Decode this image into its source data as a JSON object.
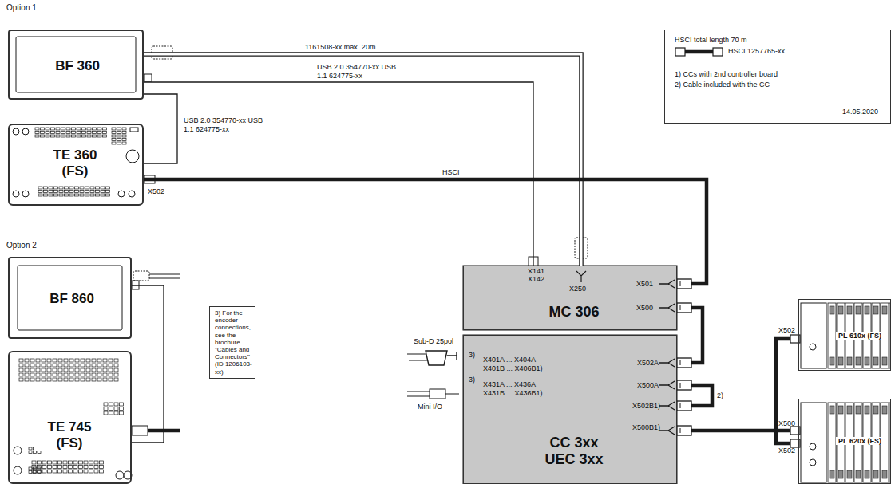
{
  "diagram": {
    "nodes": [
      {
        "text": [
          "BF 360"
        ]
      },
      {
        "text": [
          "TE 360 (FS)"
        ]
      },
      {
        "text": [
          "BF 860"
        ]
      },
      {
        "text": [
          "TE 745 (FS)"
        ]
      },
      {
        "text": [
          "3) For the encoder connections, see the brochure \"Cables and Connectors\" (ID 1206103-xx)"
        ]
      },
      {
        "text": [
          "HSCI total length 70 m",
          "1) CCs with 2nd controller board",
          "2) Cable included with the CC",
          "14.05.2020"
        ]
      },
      {
        "text": [
          "MC 306"
        ]
      },
      {
        "text": [
          "CC 3xx UEC 3xx"
        ]
      },
      {
        "text": [
          "PL 610x (FS)"
        ]
      },
      {
        "text": [
          "PL 620x (FS)"
        ]
      }
    ],
    "edges": [
      {
        "from": 0,
        "to": 6,
        "arrow": "none",
        "label": "1161508-xx max. 20m"
      },
      {
        "from": 0,
        "to": 6,
        "arrow": "none",
        "label": "USB 2.0 354770-xx USB 1.1 624775-xx"
      },
      {
        "from": 0,
        "to": 1,
        "arrow": "none",
        "label": "USB 2.0 354770-xx USB 1.1 624775-xx"
      },
      {
        "from": 1,
        "to": 6,
        "arrow": "none",
        "label": "HSCI"
      },
      {
        "from": 6,
        "to": 7,
        "arrow": "none"
      },
      {
        "from": 7,
        "to": 9,
        "arrow": "none"
      },
      {
        "from": 8,
        "to": 9,
        "arrow": "none"
      },
      {
        "from": 2,
        "to": 3,
        "arrow": "none"
      }
    ],
    "labels": [
      "Option 1",
      "X502",
      "Option 2",
      "X141",
      "X142",
      "X250",
      "X501",
      "X500",
      "Sub-D 25pol",
      "3)",
      "X401A ... X404A",
      "X401B ... X406B1)",
      "3)",
      "X431A ... X436A",
      "X431B ... X436B1)",
      "Mini I/O",
      "X502A",
      "X500A",
      "X502B1)",
      "X500B1)",
      "2)",
      "X502",
      "X500",
      "X502"
    ],
    "legend": [
      {
        "text": "HSCI 1257765-xx"
      }
    ]
  }
}
